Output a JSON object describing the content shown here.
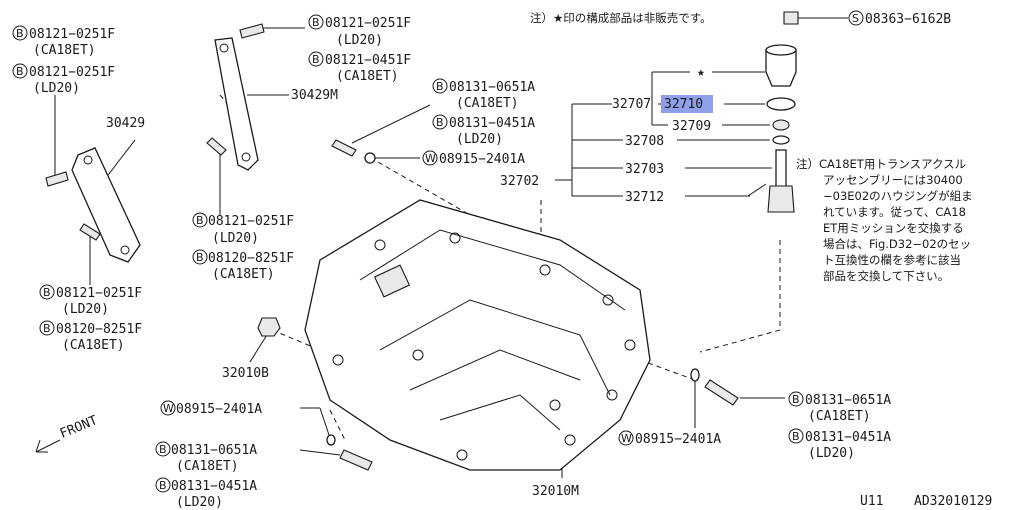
{
  "colors": {
    "highlight": "#8fa0e8",
    "ink": "#1a1a1a",
    "background": "#ffffff"
  },
  "note_top": "注）★印の構成部品は非販売です。",
  "note_right": [
    "注）CA18ET用トランスアクスル",
    "アッセンブリーには30400",
    "−03E02のハウジングが組ま",
    "れています。従って、CA18",
    "ET用ミッションを交換する",
    "場合は、Fig.D32−02のセッ",
    "ト互換性の欄を参考に該当",
    "部品を交換して下さい。"
  ],
  "labels": {
    "b08121_0251f_ld20_a": "08121−0251F",
    "ld20_a": "(LD20)",
    "b08121_0451f": "08121−0451F",
    "ca18et_a": "(CA18ET)",
    "p30429m": "30429M",
    "b08121_0251f_ca18": "08121−0251F",
    "ca18et_b": "(CA18ET)",
    "b08121_0251f_ld20_b": "08121−0251F",
    "ld20_b": "(LD20)",
    "p30429": "30429",
    "b08131_0651a_top": "08131−0651A",
    "ca18et_c": "(CA18ET)",
    "b08131_0451a_top": "08131−0451A",
    "ld20_c": "(LD20)",
    "w08915_top": "08915−2401A",
    "s08363": "08363−6162B",
    "p32707": "32707",
    "p32710": "32710",
    "p32709": "32709",
    "p32708": "32708",
    "p32703": "32703",
    "p32702": "32702",
    "p32712": "32712",
    "b08121_0251f_mid": "08121−0251F",
    "ld20_d": "(LD20)",
    "b08120_8251f_mid": "08120−8251F",
    "ca18et_d": "(CA18ET)",
    "b08121_0251f_left": "08121−0251F",
    "ld20_e": "(LD20)",
    "b08120_8251f_left": "08120−8251F",
    "ca18et_e": "(CA18ET)",
    "p32010b": "32010B",
    "w08915_left": "08915−2401A",
    "b08131_0651a_bl": "08131−0651A",
    "ca18et_f": "(CA18ET)",
    "b08131_0451a_bl": "08131−0451A",
    "ld20_f": "(LD20)",
    "w08915_right": "08915−2401A",
    "b08131_0651a_r": "08131−0651A",
    "ca18et_g": "(CA18ET)",
    "b08131_0451a_r": "08131−0451A",
    "ld20_g": "(LD20)",
    "p32010m": "32010M",
    "front": "FRONT",
    "star": "★",
    "footer_left": "U11",
    "footer_right": "AD32010129",
    "circle_b": "B",
    "circle_w": "W",
    "circle_s": "S"
  }
}
